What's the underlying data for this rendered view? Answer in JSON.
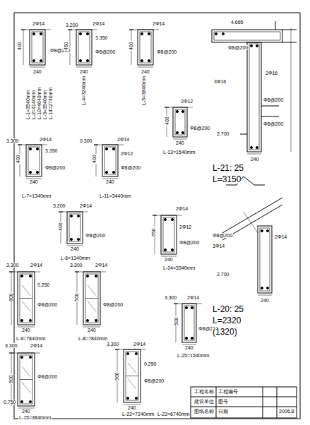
{
  "diagram": {
    "labels": [
      "2Φ14",
      "400",
      "Φ8@200",
      "240",
      "L-1=3540mm",
      "L-2=4140mm",
      "L-10=4640mm",
      "L-3=3540mm",
      "L-14=2740mm",
      "3.200",
      "2Φ14",
      "450",
      "3.350",
      "Φ8@200",
      "240",
      "L-4=3240mm",
      "2Φ14",
      "400",
      "Φ8@200",
      "240",
      "L-5=3840mm",
      "3.300",
      "2Φ14",
      "400",
      "3.350",
      "Φ8@200",
      "240",
      "L-7=1340mm",
      "0.300",
      "2Φ14",
      "400",
      "2Φ12",
      "Φ8@200",
      "240",
      "L-11=3440mm",
      "2Φ12",
      "400",
      "Φ8@200",
      "240",
      "L-13=1540mm",
      "3.200",
      "2Φ14",
      "400",
      "Φ8@200",
      "240",
      "L-6=1340mm",
      "2Φ14",
      "650",
      "2Φ12",
      "Φ8@200",
      "240",
      "L-24=3340mm",
      "3.300",
      "2Φ14",
      "800",
      "0.250",
      "Φ8@200",
      "240",
      "L-9=7840mm",
      "3.300",
      "2Φ14",
      "500",
      "Φ8@200",
      "240",
      "L-8=7840mm",
      "3.300",
      "2Φ14",
      "500",
      "Φ8@200",
      "240",
      "L-25=1540mm",
      "3.300",
      "2Φ14",
      "900",
      "0.750",
      "Φ8@200",
      "240",
      "L-15=3840mm",
      "3.300",
      "2Φ14",
      "900",
      "0.250",
      "Φ8@200",
      "240",
      "L-22=7240mm",
      "L-23=6740mm",
      "4.665",
      "Φ8@200",
      "2Φ16",
      "3Φ16",
      "Φ8@200",
      "2.700",
      "Φ8@200",
      "240",
      "L-21: 25",
      "L=3150",
      "Φ8@200",
      "3Φ14",
      "2.700",
      "2Φ14",
      "240",
      "L-20: 25",
      "L=2320",
      "(1320)",
      "工程名称",
      "建设单位",
      "图纸名称",
      "工程编号",
      "图号",
      "日期",
      "2006.8"
    ]
  }
}
